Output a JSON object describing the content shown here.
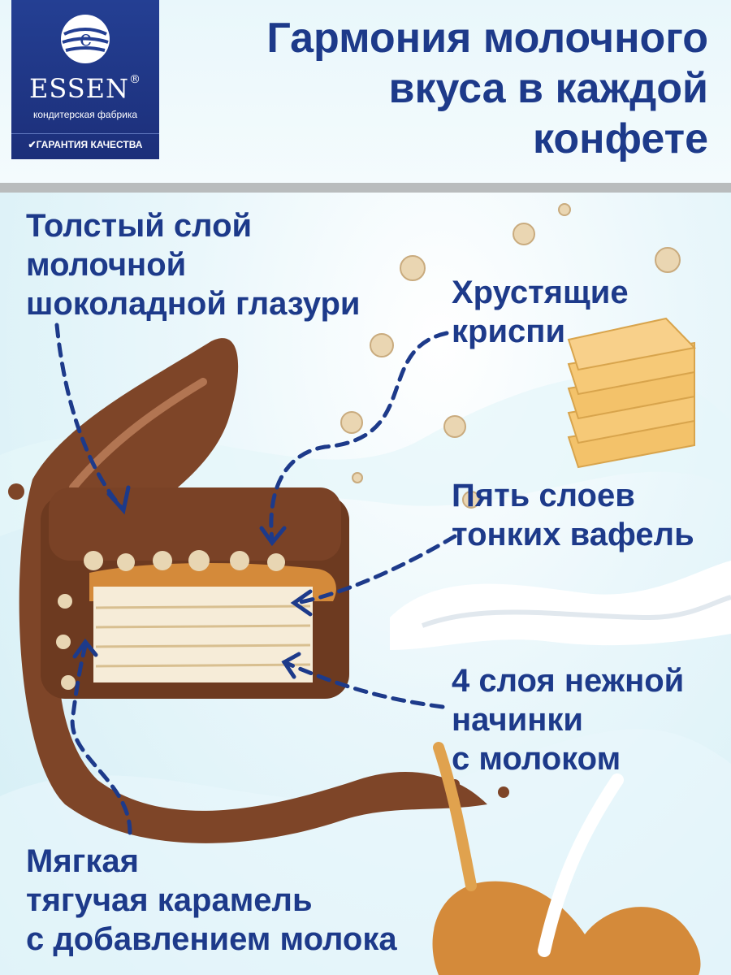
{
  "logo": {
    "brand": "ESSEN",
    "registered": "®",
    "subtitle": "кондитерская фабрика",
    "quality": "✔ГАРАНТИЯ КАЧЕСТВА",
    "icon": "globe-e-icon"
  },
  "headline": "Гармония молочного\nвкуса в каждой\nконфете",
  "labels": {
    "glaze": "Толстый слой\nмолочной\nшоколадной глазури",
    "crispy": "Хрустящие\nкриспи",
    "wafers": "Пять слоев\nтонких вафель",
    "filling": "4 слоя нежной\nначинки\nс молоком",
    "caramel": "Мягкая\nтягучая карамель\nс добавлением молока"
  },
  "colors": {
    "brand_blue": "#1d3a8a",
    "chocolate": "#7a4226",
    "caramel": "#d48a3a",
    "wafer": "#f3c26a",
    "milk": "#ffffff"
  }
}
